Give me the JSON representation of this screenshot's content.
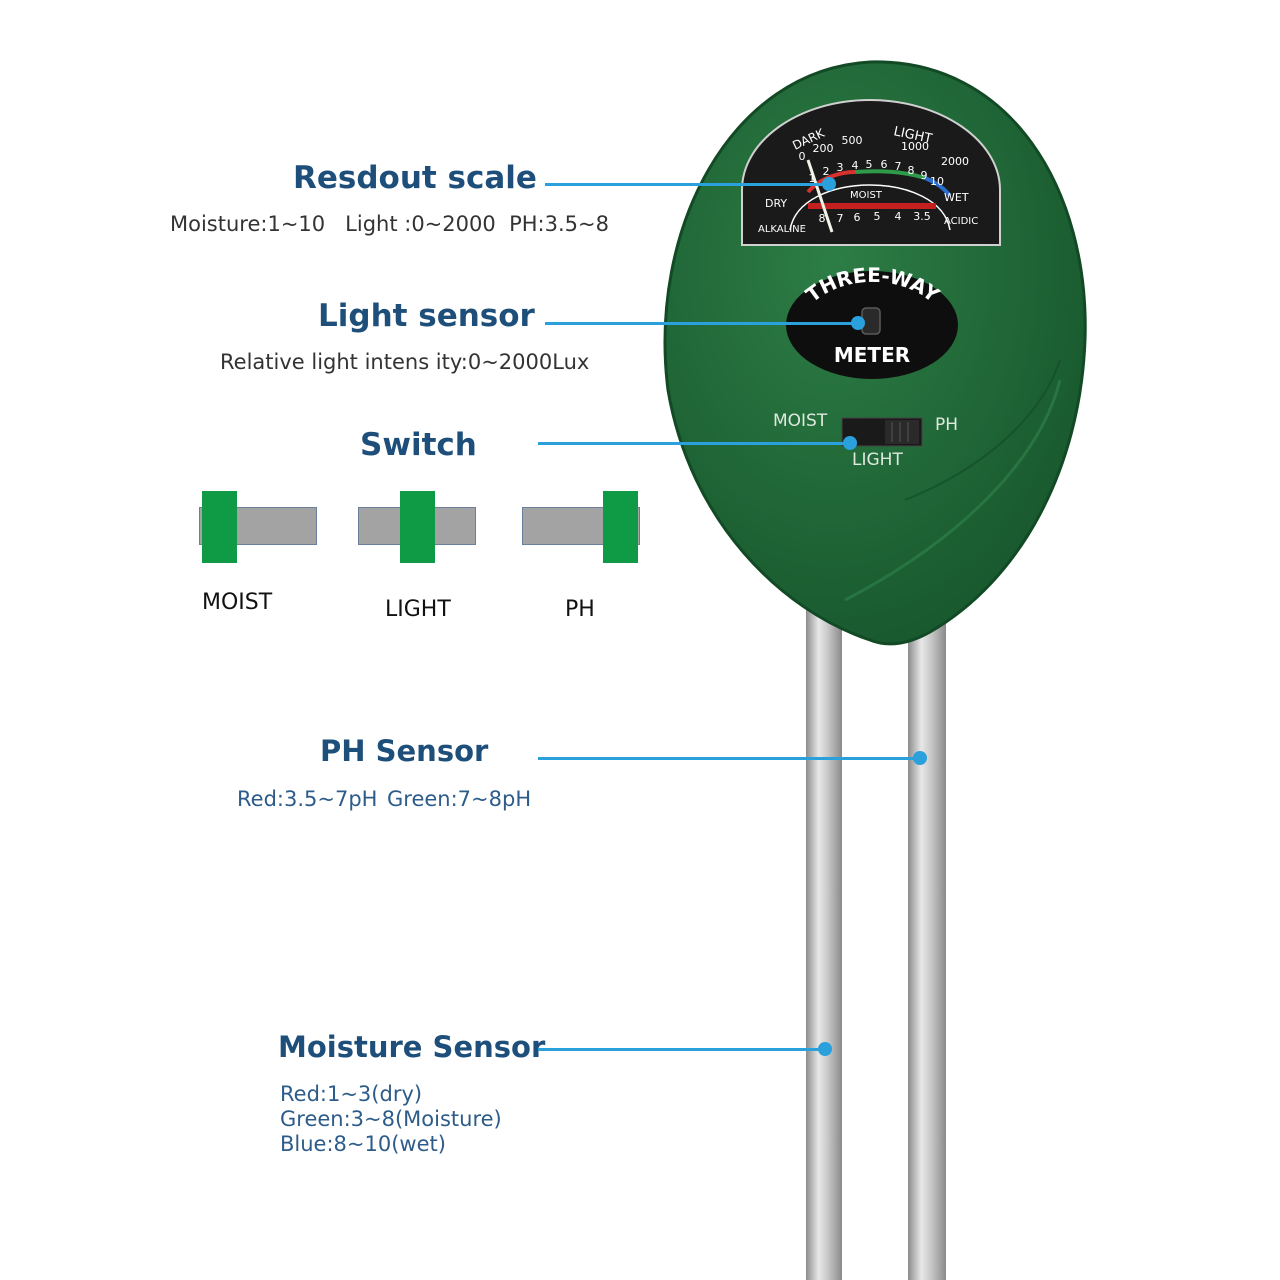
{
  "callouts": {
    "readout": {
      "title": "Resdout scale",
      "detail": "Moisture:1~10   Light :0~2000  PH:3.5~8"
    },
    "light": {
      "title": "Light sensor",
      "detail": "Relative light intens ity:0~2000Lux"
    },
    "switch": {
      "title": "Switch"
    },
    "ph": {
      "title": "PH Sensor",
      "detail_red": "Red:3.5~7pH",
      "detail_green": "Green:7~8pH"
    },
    "moisture": {
      "title": "Moisture Sensor",
      "lines": [
        "Red:1~3(dry)",
        "Green:3~8(Moisture)",
        "Blue:8~10(wet)"
      ]
    }
  },
  "switch_positions": [
    {
      "label": "MOIST",
      "position": "left"
    },
    {
      "label": "LIGHT",
      "position": "center"
    },
    {
      "label": "PH",
      "position": "right"
    }
  ],
  "device": {
    "dial": {
      "dark": "DARK",
      "light": "LIGHT",
      "light_ticks": [
        "0",
        "200",
        "500",
        "1000",
        "2000"
      ],
      "moist_ticks": [
        "1",
        "2",
        "3",
        "4",
        "5",
        "6",
        "7",
        "8",
        "9",
        "10"
      ],
      "dry": "DRY",
      "wet": "WET",
      "moist": "MOIST",
      "ph_ticks": [
        "8",
        "7",
        "6",
        "5",
        "4",
        "3.5"
      ],
      "alkaline": "ALKALINE",
      "acidic": "ACIDIC"
    },
    "badge_top": "THREE-WAY",
    "badge_bottom": "METER",
    "switch_moist": "MOIST",
    "switch_light": "LIGHT",
    "switch_ph": "PH"
  },
  "colors": {
    "accent": "#2aa0dc",
    "title_blue": "#1d4f7a",
    "body_green": "#1f6a37",
    "switch_green": "#0f9a45"
  }
}
